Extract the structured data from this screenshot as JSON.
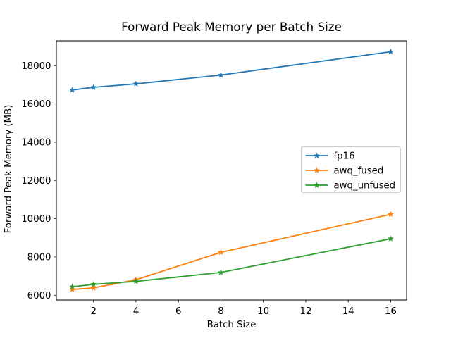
{
  "figure": {
    "background_color": "#ffffff",
    "text_color": "#000000",
    "spine_color": "#000000",
    "legend_border_color": "#cccccc"
  },
  "chart_data": {
    "type": "line",
    "title": "Forward Peak Memory per Batch Size",
    "xlabel": "Batch Size",
    "ylabel": "Forward Peak Memory (MB)",
    "x": [
      1,
      2,
      4,
      8,
      16
    ],
    "series": [
      {
        "name": "fp16",
        "color": "#1f77b4",
        "marker": "star",
        "values": [
          16730,
          16870,
          17050,
          17510,
          18730
        ]
      },
      {
        "name": "awq_fused",
        "color": "#ff7f0e",
        "marker": "star",
        "values": [
          6300,
          6380,
          6810,
          8240,
          10230
        ]
      },
      {
        "name": "awq_unfused",
        "color": "#2ca02c",
        "marker": "star",
        "values": [
          6440,
          6570,
          6720,
          7190,
          8950
        ]
      }
    ],
    "xticks": [
      2,
      4,
      6,
      8,
      10,
      12,
      14,
      16
    ],
    "yticks": [
      6000,
      8000,
      10000,
      12000,
      14000,
      16000,
      18000
    ],
    "xlim": [
      0.25,
      16.75
    ],
    "ylim": [
      5750,
      19300
    ],
    "grid": false,
    "legend": {
      "position": "center-right",
      "labels": [
        "fp16",
        "awq_fused",
        "awq_unfused"
      ]
    }
  }
}
